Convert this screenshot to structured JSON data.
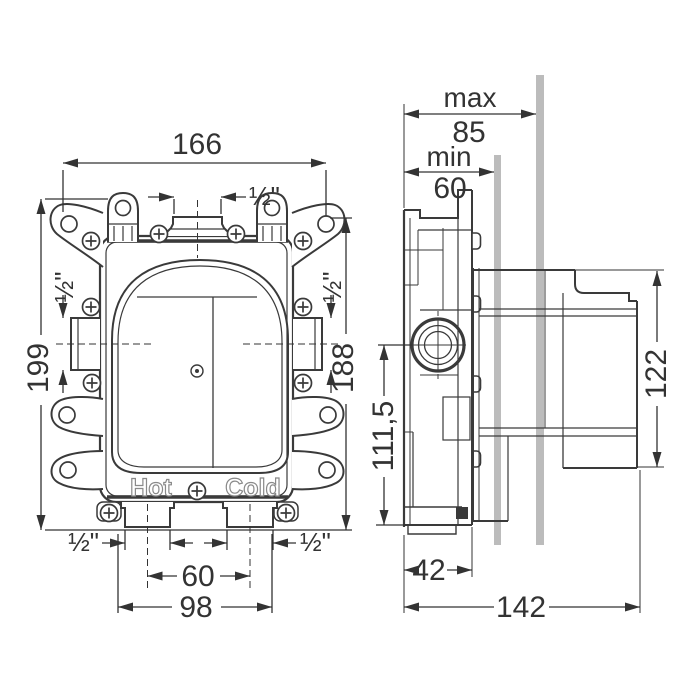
{
  "title": "concealed-valve-installation-drawing",
  "front_view": {
    "dims": {
      "width": "166",
      "height_left": "199",
      "height_right": "188",
      "top_port": "½\"",
      "side_port_left": "½\"",
      "side_port_right": "½\"",
      "bottom_port_left": "½\"",
      "bottom_port_right": "½\"",
      "bottom_port_spacing": "60",
      "bottom_port_span": "98"
    },
    "labels": {
      "hot": "Hot",
      "cold": "Cold"
    }
  },
  "side_view": {
    "dims": {
      "depth_max_label": "max",
      "depth_max_value": "85",
      "depth_min_label": "min",
      "depth_min_value": "60",
      "port_center_height": "111,5",
      "cover_height": "122",
      "body_depth": "42",
      "total_depth": "142"
    }
  },
  "colors": {
    "line": "#3a3a3a",
    "dimension": "#333333",
    "wall_bar": "#bcbcbc",
    "embossed_text": "#8a8a8a",
    "background": "#ffffff"
  }
}
